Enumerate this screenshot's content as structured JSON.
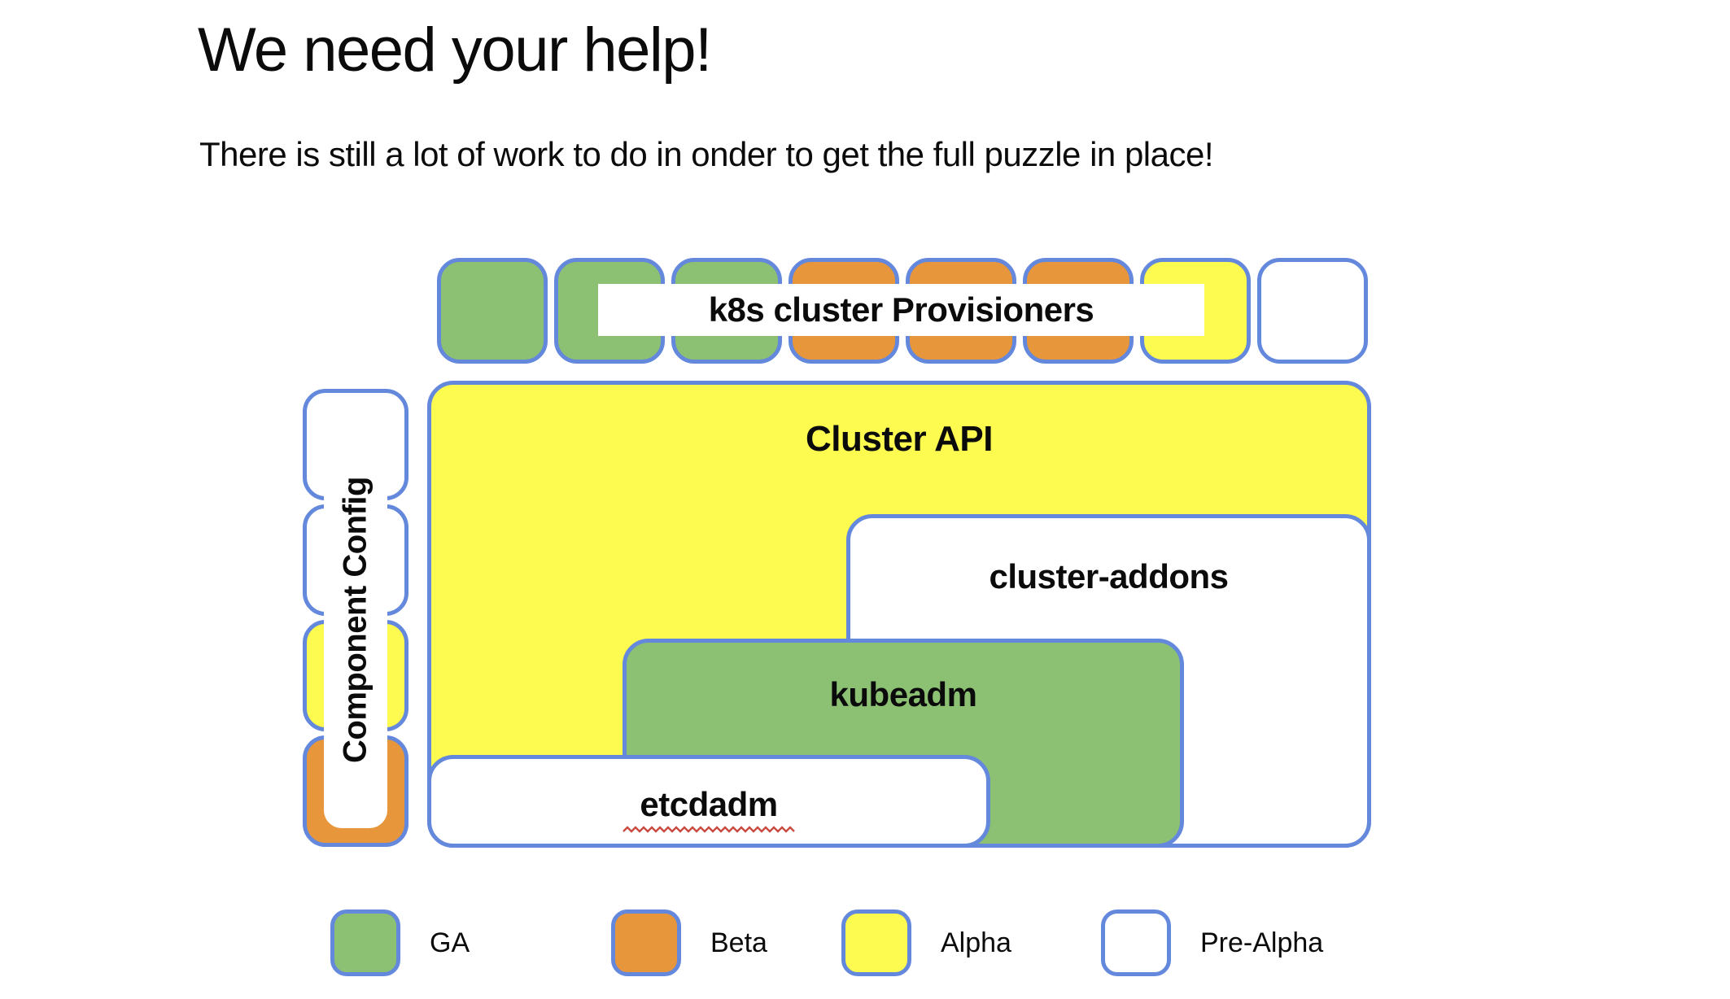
{
  "slide": {
    "title": "We need your help!",
    "subtitle": "There is still a lot of work to do in onder to get the full puzzle in place!"
  },
  "diagram": {
    "provisioners": {
      "label": "k8s cluster Provisioners",
      "pieces": [
        "ga",
        "ga",
        "ga",
        "beta",
        "beta",
        "beta",
        "alpha",
        "pre"
      ]
    },
    "component_config": {
      "label": "Component Config",
      "pieces": [
        "pre",
        "pre",
        "alpha",
        "beta"
      ]
    },
    "cluster_api_label": "Cluster API",
    "cluster_addons_label": "cluster-addons",
    "kubeadm_label": "kubeadm",
    "etcdadm_label": "etcdadm"
  },
  "legend": {
    "items": [
      {
        "label": "GA",
        "status": "ga"
      },
      {
        "label": "Beta",
        "status": "beta"
      },
      {
        "label": "Alpha",
        "status": "alpha"
      },
      {
        "label": "Pre-Alpha",
        "status": "pre"
      }
    ]
  },
  "colors": {
    "ga_green": "#8CC173",
    "beta_orange": "#E8963C",
    "alpha_yellow": "#FDFB50",
    "pre_alpha_white": "#FFFFFF",
    "border_blue": "#6488DC",
    "squiggle_red": "#C94B42"
  }
}
